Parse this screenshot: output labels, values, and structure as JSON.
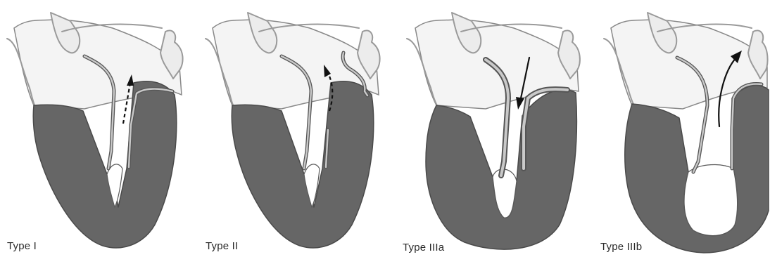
{
  "figure": {
    "panels": [
      {
        "label": "Type I"
      },
      {
        "label": "Type II"
      },
      {
        "label": "Type IIIa"
      },
      {
        "label": "Type IIIb"
      }
    ]
  },
  "colors": {
    "myocardium": "#666666",
    "atrium": "#f4f4f4",
    "arrow": "#111111"
  }
}
